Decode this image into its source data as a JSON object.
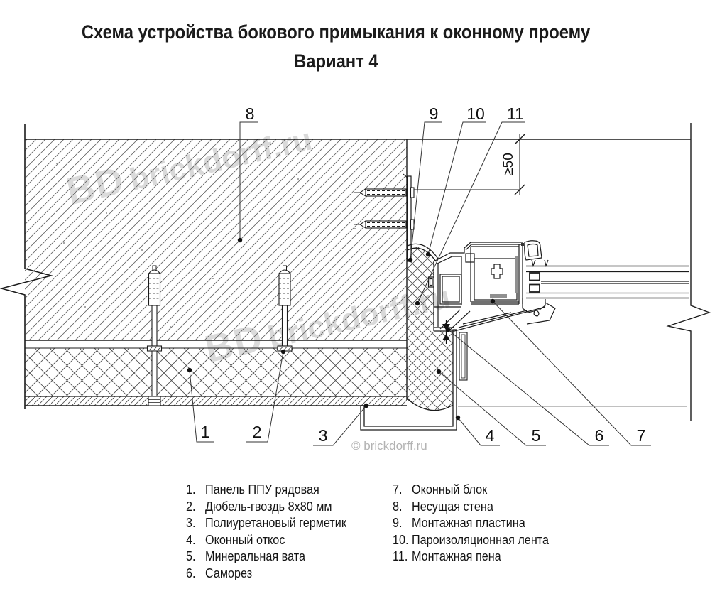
{
  "title": {
    "line1": "Схема устройства бокового примыкания к оконному проему",
    "line2": "Вариант 4"
  },
  "dimension": {
    "label": "≥50"
  },
  "callouts": [
    {
      "num": "1"
    },
    {
      "num": "2"
    },
    {
      "num": "3"
    },
    {
      "num": "4"
    },
    {
      "num": "5"
    },
    {
      "num": "6"
    },
    {
      "num": "7"
    },
    {
      "num": "8"
    },
    {
      "num": "9"
    },
    {
      "num": "10"
    },
    {
      "num": "11"
    }
  ],
  "legend": {
    "left": [
      {
        "num": "1.",
        "label": "Панель ППУ рядовая"
      },
      {
        "num": "2.",
        "label": "Дюбель-гвоздь 8х80 мм"
      },
      {
        "num": "3.",
        "label": "Полиуретановый герметик"
      },
      {
        "num": "4.",
        "label": "Оконный откос"
      },
      {
        "num": "5.",
        "label": "Минеральная вата"
      },
      {
        "num": "6.",
        "label": "Саморез"
      }
    ],
    "right": [
      {
        "num": "7.",
        "label": "Оконный блок"
      },
      {
        "num": "8.",
        "label": "Несущая стена"
      },
      {
        "num": "9.",
        "label": "Монтажная пластина"
      },
      {
        "num": "10.",
        "label": "Пароизоляционная лента"
      },
      {
        "num": "11.",
        "label": "Монтажная пена"
      }
    ]
  },
  "watermark": {
    "bd": "BD",
    "site": "brickdorff.ru",
    "copyright": "© brickdorff.ru"
  },
  "colors": {
    "line": "#1b1b1b",
    "hatch": "#5a5a5a",
    "sill_line": "#9a9a9a",
    "watermark": "#c9c9c9",
    "copyright": "#b3b3b3"
  }
}
